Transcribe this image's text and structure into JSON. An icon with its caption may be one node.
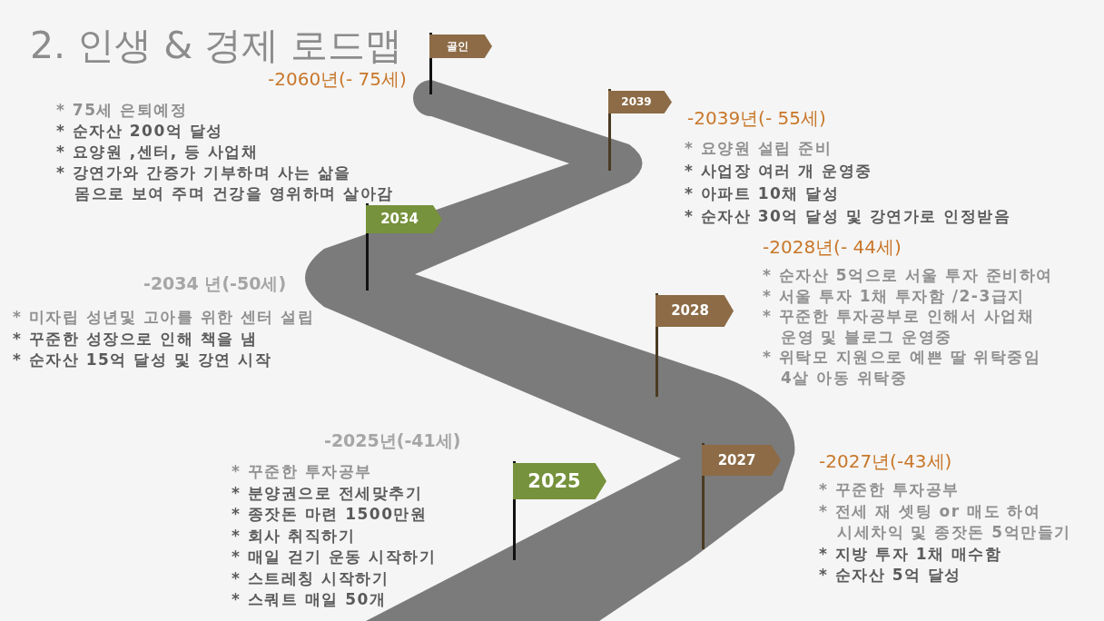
{
  "diagram": {
    "title": "2. 인생 & 경제 로드맵",
    "nodes": [
      {
        "text": [
          "골인"
        ],
        "beside": [
          "-2060년(- 75세)",
          "* 75세 은퇴예정",
          "* 순자산 200억 달성",
          "* 요양원 ,센터, 등 사업채",
          "* 강연가와 간증가 기부하며 사는 삶을 몸으로 보여 주며 건강을 영위하며 살아감"
        ]
      },
      {
        "text": [
          "2039"
        ],
        "beside": [
          "-2039년(- 55세)",
          "* 요양원 설립 준비",
          "* 사업장 여러 개 운영중",
          "* 아파트 10채 달성",
          "* 순자산 30억 달성 및 강연가로 인정받음"
        ]
      },
      {
        "text": [
          "2034"
        ],
        "beside": [
          "-2034 년(-50세)",
          "* 미자립 성년및 고아를 위한 센터 설립",
          "* 꾸준한 성장으로 인해 책을 냄",
          "* 순자산 15억 달성 및 강연 시작"
        ]
      },
      {
        "text": [
          "2028"
        ],
        "beside": [
          "-2028년(- 44세)",
          "* 순자산 5억으로 서울 투자 준비하여",
          "* 서울 투자 1채 투자함 /2-3급지",
          "* 꾸준한 투자공부로 인해서 사업채 운영 및 블로그 운영중",
          "* 위탁모 지원으로 예쁜 딸 위탁중임 4살 아동 위탁중"
        ]
      },
      {
        "text": [
          "2027"
        ],
        "beside": [
          "-2027년(-43세)",
          "* 꾸준한 투자공부",
          "* 전세 재 셋팅 or 매도 하여 시세차익 및 종잣돈 5억만들기",
          "* 지방 투자 1채 매수함",
          "* 순자산 5억 달성"
        ]
      },
      {
        "text": [
          "2025"
        ],
        "beside": [
          "-2025년(-41세)",
          "* 꾸준한 투자공부",
          "* 분양권으로 전세맞추기",
          "* 종잣돈 마련 1500만원",
          "* 회사 취직하기",
          "* 매일 걷기 운동 시작하기",
          "* 스트레칭 시작하기",
          "* 스쿼트 매일 50개"
        ]
      }
    ]
  }
}
